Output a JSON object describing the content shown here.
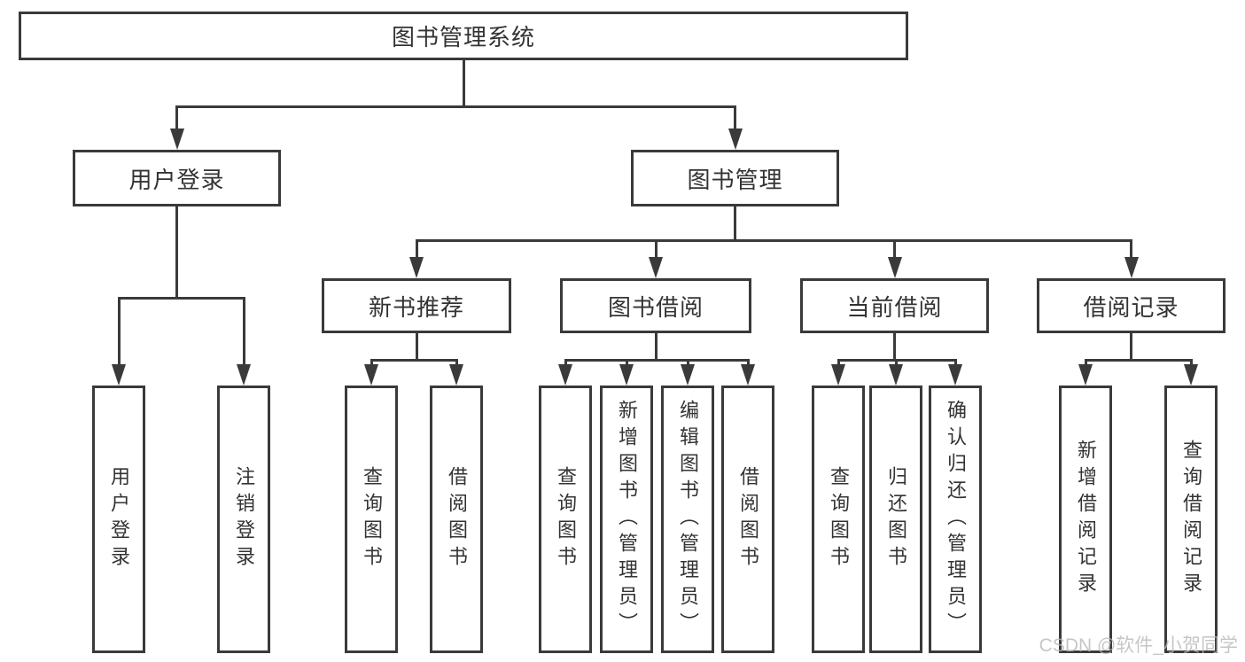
{
  "diagram_title": "图书管理系统",
  "nodes": {
    "root": "图书管理系统",
    "login": "用户登录",
    "mgmt": "图书管理",
    "user_login": "用户登录",
    "logout": "注销登录",
    "new_rec": "新书推荐",
    "borrow": "图书借阅",
    "current": "当前借阅",
    "records": "借阅记录",
    "nr_query": "查询图书",
    "nr_borrow": "借阅图书",
    "b_query": "查询图书",
    "b_add": "新增图书（管理员）",
    "b_edit": "编辑图书（管理员）",
    "b_borrow": "借阅图书",
    "c_query": "查询图书",
    "c_return": "归还图书",
    "c_confirm": "确认归还（管理员）",
    "r_add": "新增借阅记录",
    "r_query": "查询借阅记录"
  },
  "hierarchy": {
    "root": [
      "login",
      "mgmt"
    ],
    "login": [
      "user_login",
      "logout"
    ],
    "mgmt": [
      "new_rec",
      "borrow",
      "current",
      "records"
    ],
    "new_rec": [
      "nr_query",
      "nr_borrow"
    ],
    "borrow": [
      "b_query",
      "b_add",
      "b_edit",
      "b_borrow"
    ],
    "current": [
      "c_query",
      "c_return",
      "c_confirm"
    ],
    "records": [
      "r_add",
      "r_query"
    ]
  },
  "watermark": {
    "text": "CSDN @软件_小贺同学"
  },
  "colors": {
    "line": "#3a3a3a",
    "text": "#333333",
    "box_background": "#ffffff",
    "watermark": "#b9b9b9",
    "background": "#ffffff"
  }
}
